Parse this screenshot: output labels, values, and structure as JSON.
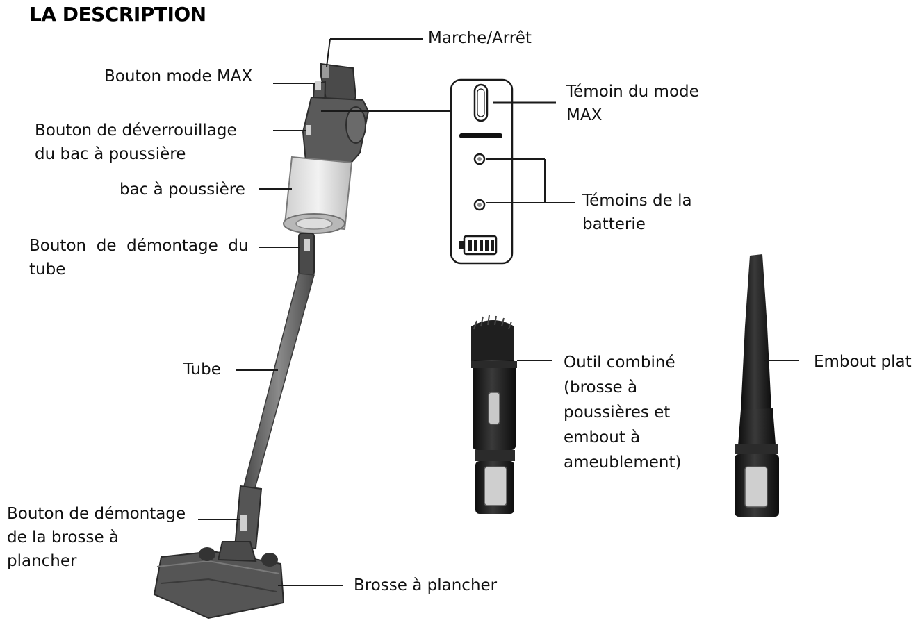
{
  "title": "LA DESCRIPTION",
  "labels": {
    "power": "Marche/Arrêt",
    "max_button": "Bouton mode MAX",
    "unlock_line1": "Bouton de déverrouillage",
    "unlock_line2": "du bac à poussière",
    "dust_bin": "bac à poussière",
    "tube_release_line1": "Bouton  de  démontage  du",
    "tube_release_line2": "tube",
    "tube": "Tube",
    "brush_release_line1": "Bouton de démontage",
    "brush_release_line2": "de la brosse à",
    "brush_release_line3": "plancher",
    "floor_brush": "Brosse à plancher",
    "max_indicator_line1": "Témoin du mode",
    "max_indicator_line2": "MAX",
    "battery_line1": "Témoins de la",
    "battery_line2": "batterie",
    "combo_line1": "Outil combiné",
    "combo_line2": "(brosse à",
    "combo_line3": "poussières et",
    "combo_line4": "embout à",
    "combo_line5": "ameublement)",
    "crevice": "Embout plat"
  },
  "colors": {
    "body_dark": "#3c3c3c",
    "tube_grey": "#6e6e6e",
    "bin_clear": "#d9d9d9",
    "accessory_black": "#1b1b1b",
    "button_grey": "#bfbfbf"
  }
}
